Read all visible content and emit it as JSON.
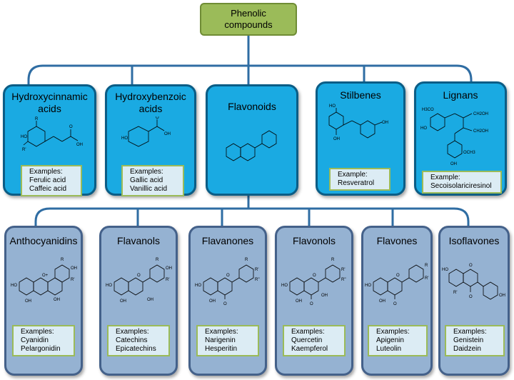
{
  "root": {
    "line1": "Phenolic",
    "line2": "compounds"
  },
  "classes": [
    {
      "title1": "Hydroxycinnamic",
      "title2": "acids",
      "ex_title": "Examples:",
      "ex": [
        "Ferulic acid",
        "Caffeic acid"
      ]
    },
    {
      "title1": "Hydroxybenzoic",
      "title2": "acids",
      "ex_title": "Examples:",
      "ex": [
        "Gallic acid",
        "Vanillic acid"
      ]
    },
    {
      "title1": "Flavonoids"
    },
    {
      "title1": "Stilbenes",
      "ex_title": "Example:",
      "ex": [
        "Resveratrol"
      ]
    },
    {
      "title1": "Lignans",
      "ex_title": "Example:",
      "ex": [
        "Secoisolariciresinol"
      ]
    }
  ],
  "subclasses": [
    {
      "title": "Anthocyanidins",
      "ex_title": "Examples:",
      "ex": [
        "Cyanidin",
        "Pelargonidin"
      ]
    },
    {
      "title": "Flavanols",
      "ex_title": "Examples:",
      "ex": [
        "Catechins",
        "Epicatechins"
      ]
    },
    {
      "title": "Flavanones",
      "ex_title": "Examples:",
      "ex": [
        "Narigenin",
        "Hesperitin"
      ]
    },
    {
      "title": "Flavonols",
      "ex_title": "Examples:",
      "ex": [
        "Quercetin",
        "Kaempferol"
      ]
    },
    {
      "title": "Flavones",
      "ex_title": "Examples:",
      "ex": [
        "Apigenin",
        "Luteolin"
      ]
    },
    {
      "title": "Isoflavones",
      "ex_title": "Examples:",
      "ex": [
        "Genistein",
        "Daidzein"
      ]
    }
  ],
  "structure_labels": {
    "hydroxycinnamic": [
      "R",
      "HO",
      "R'",
      "O",
      "OH"
    ],
    "hydroxybenzoic": [
      "HO",
      "O",
      "OH"
    ],
    "stilbenes": [
      "HO",
      "OH",
      "OH"
    ],
    "lignans": [
      "H3CO",
      "HO",
      "CH2OH",
      "CH2OH",
      "OCH3",
      "OH"
    ],
    "anthocyanidins": [
      "R",
      "OH",
      "HO",
      "O+",
      "R'",
      "OH",
      "OH"
    ],
    "flavanols": [
      "R",
      "OH",
      "HO",
      "O",
      "R'",
      "OH",
      "OH"
    ],
    "flavanones": [
      "R",
      "HO",
      "O",
      "R'",
      "R''",
      "OH",
      "O"
    ],
    "flavonols": [
      "R",
      "HO",
      "O",
      "R'",
      "R''",
      "OH",
      "OH",
      "O"
    ],
    "flavones": [
      "R",
      "HO",
      "O",
      "R'",
      "OH",
      "O"
    ],
    "isoflavones": [
      "HO",
      "O",
      "R'",
      "O",
      "OH"
    ]
  }
}
